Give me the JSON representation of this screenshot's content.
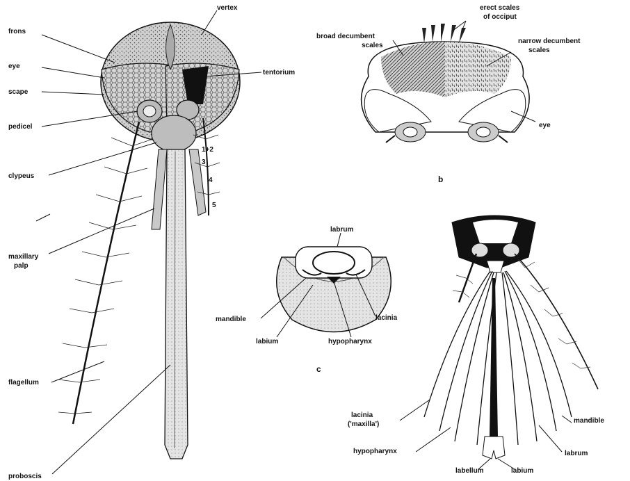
{
  "panel_a": {
    "labels": {
      "vertex": "vertex",
      "frons": "frons",
      "eye": "eye",
      "scape": "scape",
      "pedicel": "pedicel",
      "tentorium": "tentorium",
      "clypeus": "clypeus",
      "seg_1_2": "1+2",
      "seg_3": "3",
      "seg_4": "4",
      "seg_5": "5",
      "maxillary": "maxillary",
      "palp": "palp",
      "flagellum": "flagellum",
      "proboscis": "proboscis"
    }
  },
  "panel_b": {
    "letter": "b",
    "labels": {
      "erect_1": "erect scales",
      "erect_2": "of occiput",
      "broad_1": "broad decumbent",
      "broad_2": "scales",
      "narrow_1": "narrow decumbent",
      "narrow_2": "scales",
      "eye": "eye"
    }
  },
  "panel_c": {
    "letter": "c",
    "labels": {
      "labrum": "labrum",
      "mandible": "mandible",
      "lacinia": "lacinia",
      "labium": "labium",
      "hypopharynx": "hypopharynx"
    }
  },
  "panel_d": {
    "labels": {
      "lacinia_1": "lacinia",
      "lacinia_2": "('maxilla')",
      "mandible": "mandible",
      "hypopharynx": "hypopharynx",
      "labrum": "labrum",
      "labellum": "labellum",
      "labium": "labium"
    }
  }
}
